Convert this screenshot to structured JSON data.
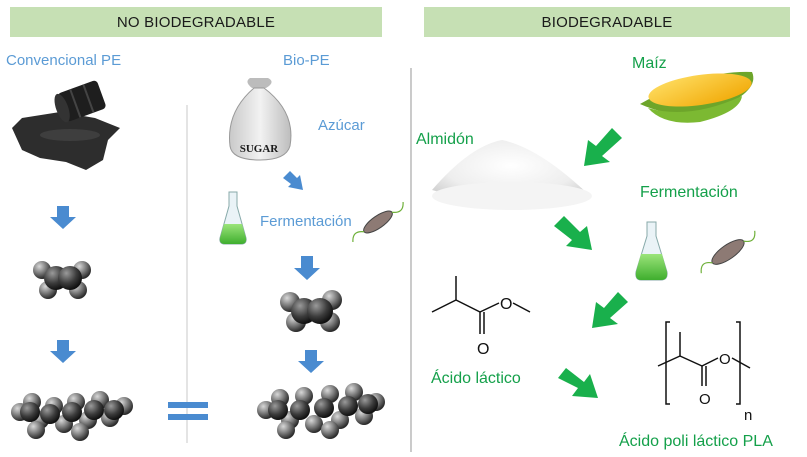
{
  "headers": {
    "non_biodegradable": "NO BIODEGRADABLE",
    "biodegradable": "BIODEGRADABLE"
  },
  "left_panel": {
    "conventional_label": "Convencional PE",
    "bio_label": "Bio-PE",
    "sugar_label": "Azúcar",
    "sugar_bag_text": "SUGAR",
    "fermentation_label": "Fermentación",
    "equals_symbol": "="
  },
  "right_panel": {
    "corn_label": "Maíz",
    "starch_label": "Almidón",
    "fermentation_label": "Fermentación",
    "lactic_acid_label": "Ácido láctico",
    "pla_label": "Ácido poli láctico  PLA",
    "carbonyl_O_lactic": "O",
    "ester_O_lactic": "O",
    "carbonyl_O_pla": "O",
    "ester_O_pla": "O",
    "subscript_n": "n"
  },
  "colors": {
    "header_bg": "#c6e0b4",
    "blue_text": "#5b9bd5",
    "green_text": "#14a04a",
    "blue_arrow": "#4a8bd0",
    "green_arrow": "#19b04c"
  },
  "icons": [
    "oil-barrel-icon",
    "oil-spill-map-icon",
    "sugar-bag-icon",
    "flask-icon",
    "bacterium-icon",
    "ethylene-molecule-icon",
    "polyethylene-chain-icon",
    "corn-icon",
    "starch-pile-icon",
    "lactic-acid-structure",
    "pla-structure"
  ]
}
